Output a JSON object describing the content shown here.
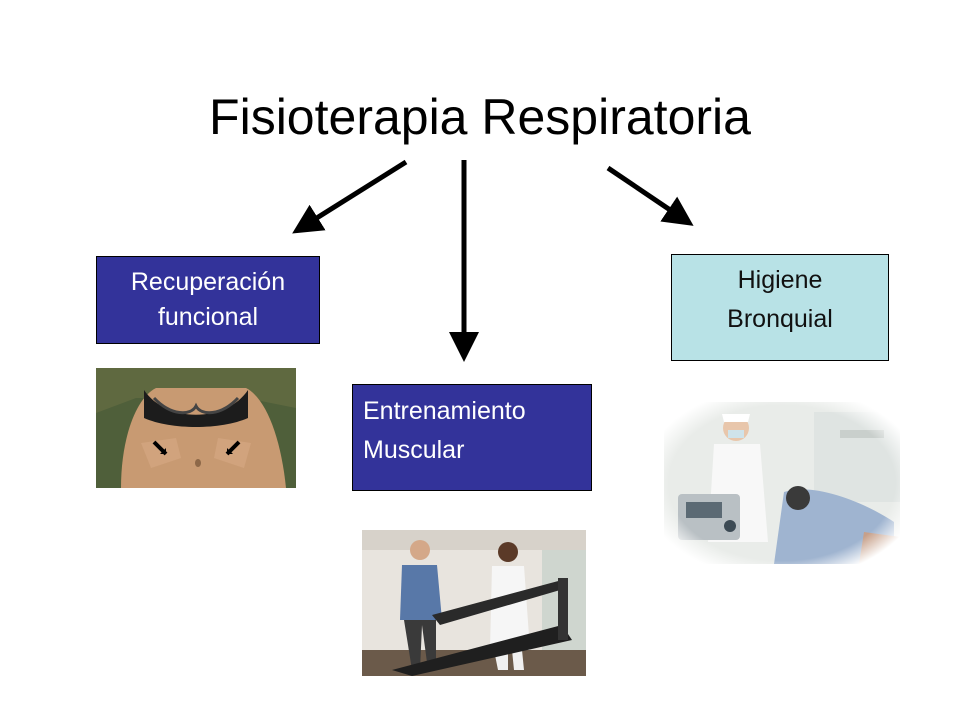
{
  "title": "Fisioterapia Respiratoria",
  "boxes": {
    "recuperacion": {
      "line1": "Recuperación",
      "line2": "funcional",
      "color": "#33339a"
    },
    "entrenamiento": {
      "line1": "Entrenamiento",
      "line2": "Muscular",
      "color": "#33339a"
    },
    "higiene": {
      "line1": "Higiene",
      "line2": "Bronquial",
      "color": "#b8e2e6"
    }
  },
  "arrow_color": "#000000"
}
